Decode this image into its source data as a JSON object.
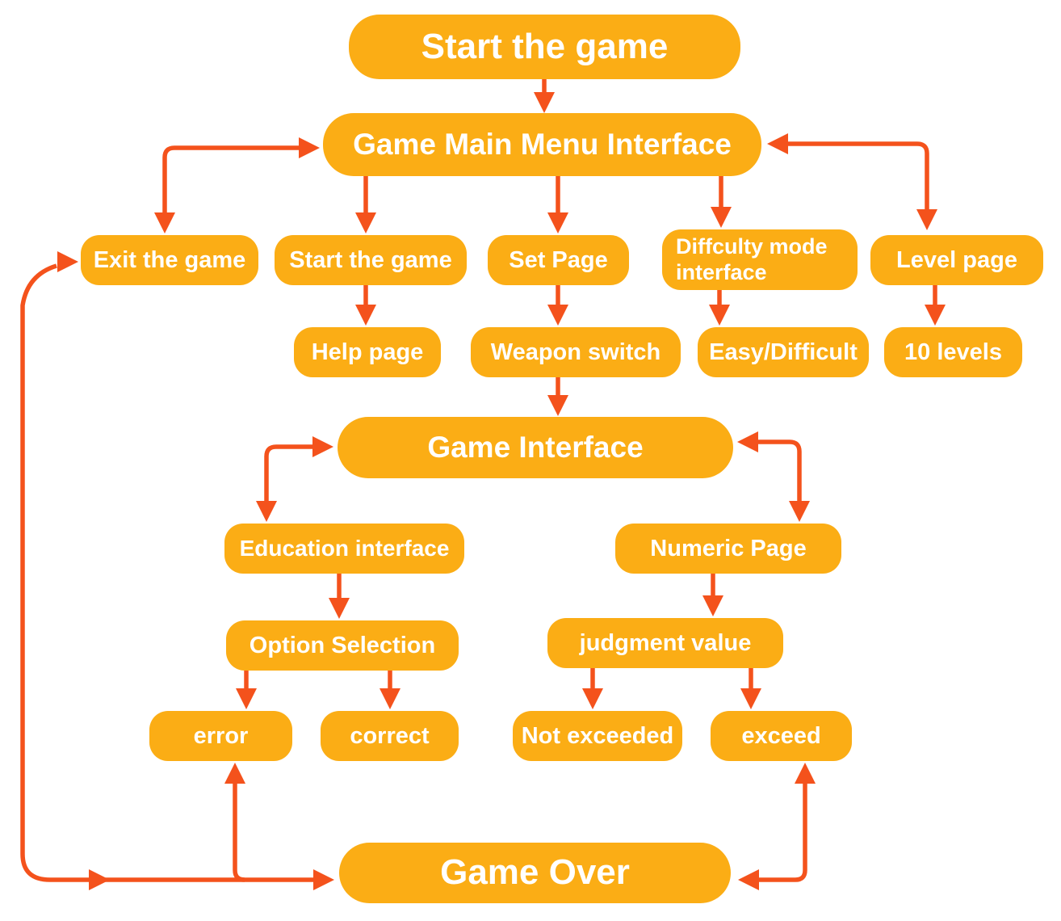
{
  "diagram": {
    "type": "flowchart",
    "colors": {
      "background": "#FFFFFF",
      "node_fill": "#FBAD15",
      "node_text": "#FFFFFF",
      "arrow": "#F4521C"
    },
    "nodes": {
      "start": {
        "label": "Start the game"
      },
      "main_menu": {
        "label": "Game Main Menu Interface"
      },
      "exit": {
        "label": "Exit the game"
      },
      "start_game": {
        "label": "Start the game"
      },
      "set_page": {
        "label": "Set Page"
      },
      "difficulty": {
        "label": "Diffculty mode\ninterface"
      },
      "level_page": {
        "label": "Level page"
      },
      "help_page": {
        "label": "Help page"
      },
      "weapon_switch": {
        "label": "Weapon switch"
      },
      "easy_difficult": {
        "label": "Easy/Difficult"
      },
      "ten_levels": {
        "label": "10 levels"
      },
      "game_interface": {
        "label": "Game Interface"
      },
      "education": {
        "label": "Education interface"
      },
      "numeric": {
        "label": "Numeric Page"
      },
      "option_selection": {
        "label": "Option Selection"
      },
      "judgment": {
        "label": "judgment value"
      },
      "error": {
        "label": "error"
      },
      "correct": {
        "label": "correct"
      },
      "not_exceeded": {
        "label": "Not exceeded"
      },
      "exceed": {
        "label": "exceed"
      },
      "game_over": {
        "label": "Game Over"
      }
    },
    "edges": [
      {
        "from": "start",
        "to": "main_menu",
        "style": "straight"
      },
      {
        "from": "main_menu",
        "to": "exit",
        "style": "elbow",
        "arrowheads": [
          "main_menu",
          "exit"
        ]
      },
      {
        "from": "main_menu",
        "to": "start_game",
        "style": "straight"
      },
      {
        "from": "main_menu",
        "to": "set_page",
        "style": "straight"
      },
      {
        "from": "main_menu",
        "to": "difficulty",
        "style": "straight"
      },
      {
        "from": "main_menu",
        "to": "level_page",
        "style": "elbow",
        "arrowheads": [
          "main_menu",
          "level_page"
        ]
      },
      {
        "from": "start_game",
        "to": "help_page",
        "style": "straight"
      },
      {
        "from": "set_page",
        "to": "weapon_switch",
        "style": "straight"
      },
      {
        "from": "difficulty",
        "to": "easy_difficult",
        "style": "straight"
      },
      {
        "from": "level_page",
        "to": "ten_levels",
        "style": "straight"
      },
      {
        "from": "weapon_switch",
        "to": "game_interface",
        "style": "straight"
      },
      {
        "from": "game_interface",
        "to": "education",
        "style": "elbow",
        "arrowheads": [
          "game_interface",
          "education"
        ]
      },
      {
        "from": "game_interface",
        "to": "numeric",
        "style": "elbow",
        "arrowheads": [
          "game_interface",
          "numeric"
        ]
      },
      {
        "from": "education",
        "to": "option_selection",
        "style": "straight"
      },
      {
        "from": "numeric",
        "to": "judgment",
        "style": "straight"
      },
      {
        "from": "option_selection",
        "to": "error",
        "style": "straight"
      },
      {
        "from": "option_selection",
        "to": "correct",
        "style": "straight"
      },
      {
        "from": "judgment",
        "to": "not_exceeded",
        "style": "straight"
      },
      {
        "from": "judgment",
        "to": "exceed",
        "style": "straight"
      },
      {
        "from": "game_over",
        "to": "error",
        "style": "branch-up",
        "arrowheads": [
          "error"
        ]
      },
      {
        "from": "game_over",
        "to": "exceed",
        "style": "elbow",
        "arrowheads": [
          "game_over",
          "exceed"
        ]
      },
      {
        "from": "exit",
        "to": "game_over",
        "style": "long-left-loop",
        "arrowheads": [
          "exit",
          "mid-line",
          "game_over"
        ]
      }
    ]
  }
}
